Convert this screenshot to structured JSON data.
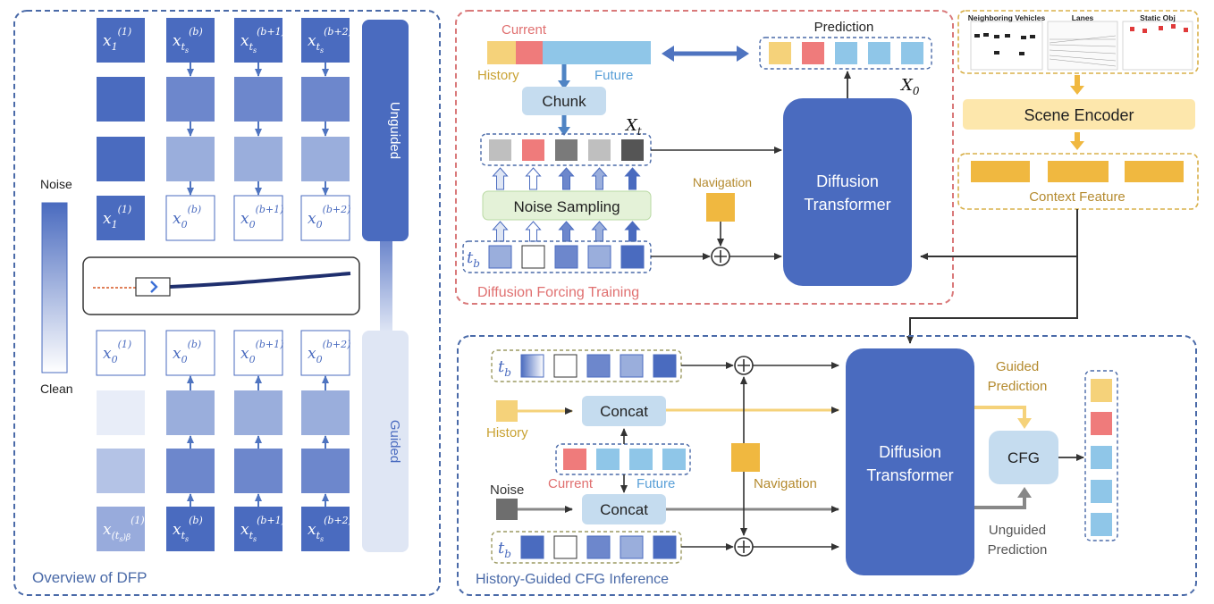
{
  "colors": {
    "blue_dark": "#4a6bbf",
    "blue_mid": "#6d87cc",
    "blue_light": "#9aaedc",
    "blue_pale": "#e3e9f6",
    "sky": "#8fc6e8",
    "sky_light": "#c5dcef",
    "yellow": "#f5d27a",
    "gold": "#f0b840",
    "red": "#ef7b7b",
    "gray": "#9a9a9a",
    "gray_dark": "#555555",
    "green_pale": "#e4f2d8",
    "panel_border_blue": "#4a6aa8",
    "panel_border_red": "#d9797a",
    "panel_border_gold": "#d8b04a",
    "label_gold": "#b48a2e",
    "label_blue": "#4f84c4",
    "label_red": "#e07070"
  },
  "overview": {
    "title": "Overview of DFP",
    "noise_label": "Noise",
    "clean_label": "Clean",
    "unguided_label": "Unguided",
    "guided_label": "Guided",
    "top_labels": [
      {
        "base": "x",
        "sub": "1",
        "sup": "(1)"
      },
      {
        "base": "x",
        "sub": "t",
        "subsub": "s",
        "sup": "(b)"
      },
      {
        "base": "x",
        "sub": "t",
        "subsub": "s",
        "sup": "(b+1)"
      },
      {
        "base": "x",
        "sub": "t",
        "subsub": "s",
        "sup": "(b+2)"
      }
    ],
    "row4_labels": [
      {
        "base": "x",
        "sub": "1",
        "sup": "(1)"
      },
      {
        "base": "x",
        "sub": "0",
        "sup": "(b)"
      },
      {
        "base": "x",
        "sub": "0",
        "sup": "(b+1)"
      },
      {
        "base": "x",
        "sub": "0",
        "sup": "(b+2)"
      }
    ],
    "guided_top_labels": [
      {
        "base": "x",
        "sub": "0",
        "sup": "(1)"
      },
      {
        "base": "x",
        "sub": "0",
        "sup": "(b)"
      },
      {
        "base": "x",
        "sub": "0",
        "sup": "(b+1)"
      },
      {
        "base": "x",
        "sub": "0",
        "sup": "(b+2)"
      }
    ],
    "guided_bottom_labels": [
      {
        "base": "x",
        "sub": "(t",
        "subsub": "s",
        "subtail": ")β",
        "sup": "(1)"
      },
      {
        "base": "x",
        "sub": "t",
        "subsub": "s",
        "sup": "(b)"
      },
      {
        "base": "x",
        "sub": "t",
        "subsub": "s",
        "sup": "(b+1)"
      },
      {
        "base": "x",
        "sub": "t",
        "subsub": "s",
        "sup": "(b+2)"
      }
    ]
  },
  "training": {
    "title": "Diffusion Forcing Training",
    "current_label": "Current",
    "history_label": "History",
    "future_label": "Future",
    "chunk_label": "Chunk",
    "noise_sampling_label": "Noise Sampling",
    "navigation_label": "Navigation",
    "prediction_label": "Prediction",
    "xt_label": {
      "base": "X",
      "sub": "t"
    },
    "x0_label": {
      "base": "X",
      "sub": "0"
    },
    "tb_label": {
      "base": "t",
      "sub": "b"
    },
    "dit_label_line1": "Diffusion",
    "dit_label_line2": "Transformer"
  },
  "context": {
    "neighbors_label": "Neighboring Vehicles",
    "lanes_label": "Lanes",
    "static_label": "Static Obj",
    "scene_encoder_label": "Scene Encoder",
    "context_feature_label": "Context Feature"
  },
  "inference": {
    "title": "History-Guided CFG Inference",
    "history_label": "History",
    "noise_label": "Noise",
    "current_label": "Current",
    "future_label": "Future",
    "concat_label": "Concat",
    "navigation_label": "Navigation",
    "guided_prediction_line1": "Guided",
    "guided_prediction_line2": "Prediction",
    "unguided_prediction_line1": "Unguided",
    "unguided_prediction_line2": "Prediction",
    "cfg_label": "CFG",
    "tb_label": {
      "base": "t",
      "sub": "b"
    },
    "dit_label_line1": "Diffusion",
    "dit_label_line2": "Transformer"
  }
}
